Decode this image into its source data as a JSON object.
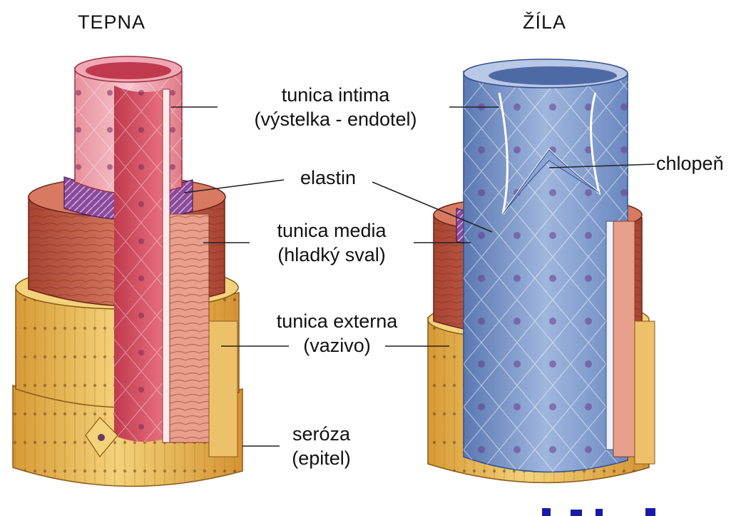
{
  "headings": {
    "artery": "TEPNA",
    "vein": "ŽÍLA"
  },
  "labels": {
    "intima_line1": "tunica intima",
    "intima_line2": "(výstelka - endotel)",
    "elastin": "elastin",
    "media_line1": "tunica media",
    "media_line2": "(hladký sval)",
    "externa_line1": "tunica externa",
    "externa_line2": "(vazivo)",
    "serosa_line1": "seróza",
    "serosa_line2": "(epitel)",
    "valve": "chlopeň"
  },
  "colors": {
    "intima_artery": "#e06a78",
    "intima_artery_light": "#f2b7c0",
    "elastin": "#8a4a9a",
    "media": "#c8604a",
    "media_dark": "#a84432",
    "externa": "#e8b84a",
    "externa_light": "#f3d27a",
    "vein_intima": "#6f8ec4",
    "vein_intima_light": "#9fb6dd",
    "leader_line": "#222222",
    "bottom_text": "#1a1aa8"
  }
}
